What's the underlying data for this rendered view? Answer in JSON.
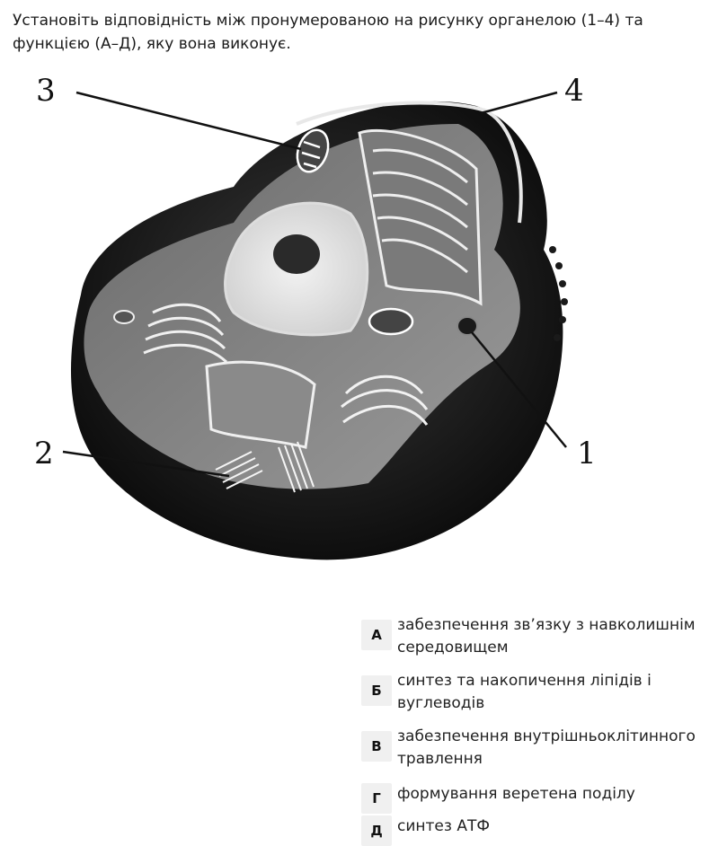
{
  "question": {
    "text": "Установіть відповідність між пронумерованою на рисунку органелою (1–4) та функцією (А–Д), яку вона виконує."
  },
  "figure": {
    "labels": [
      "1",
      "2",
      "3",
      "4"
    ]
  },
  "options": [
    {
      "letter": "А",
      "text": "забезпечення зв’язку з навколишнім середовищем"
    },
    {
      "letter": "Б",
      "text": "синтез та накопичення ліпідів і вуглеводів"
    },
    {
      "letter": "В",
      "text": "забезпечення внутрішньоклітинного травлення"
    },
    {
      "letter": "Г",
      "text": "формування веретена поділу"
    },
    {
      "letter": "Д",
      "text": "синтез АТФ"
    }
  ]
}
